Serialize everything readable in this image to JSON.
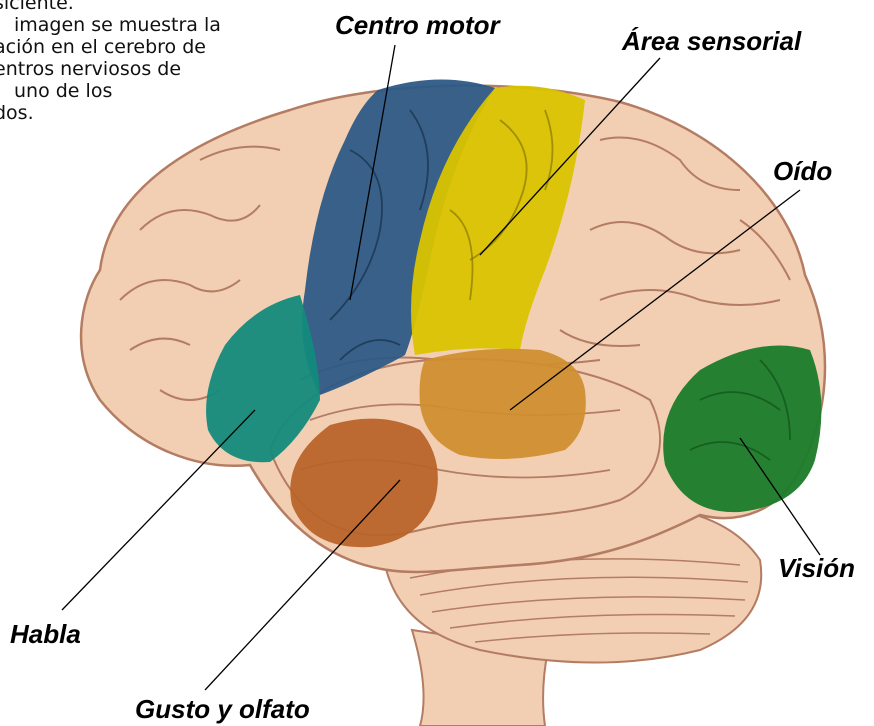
{
  "caption": {
    "lines": [
      "siciente.",
      "imagen se muestra la",
      "ación en el cerebro de",
      "entros nerviosos de",
      "uno de los",
      "dos."
    ]
  },
  "labels": {
    "centro_motor": "Centro motor",
    "area_sensorial": "Área sensorial",
    "oido": "Oído",
    "vision": "Visión",
    "habla": "Habla",
    "gusto_olfato": "Gusto y olfato"
  },
  "colors": {
    "brain": "#f2cfb2",
    "brain_outline": "#b47c62",
    "motor": "#2d5a86",
    "sensory": "#d9c300",
    "hearing": "#cf8e2e",
    "vision": "#1f7d2c",
    "speech": "#138a7c",
    "taste_smell": "#b8642a"
  }
}
